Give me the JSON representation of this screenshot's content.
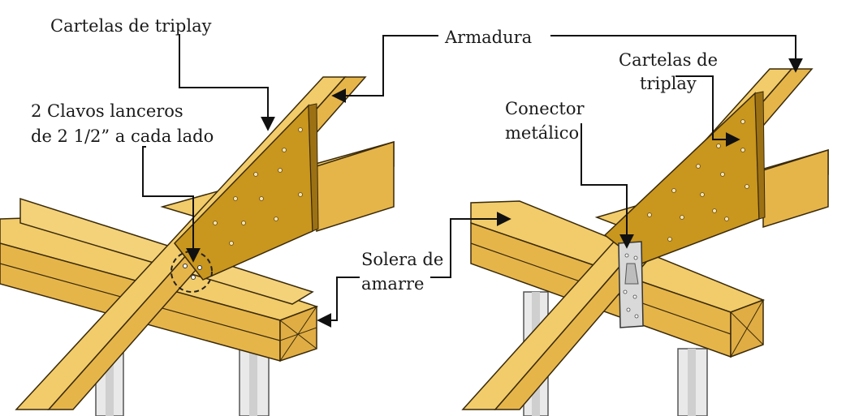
{
  "labels": {
    "left_gussets": "Cartelas de triplay",
    "truss": "Armadura",
    "toenails_line1": "2 Clavos lanceros",
    "toenails_line2": "de 2 1/2” a cada lado",
    "right_gussets_line1": "Cartelas de",
    "right_gussets_line2": "triplay",
    "connector_line1": "Conector",
    "connector_line2": "metálico",
    "top_plate_line1": "Solera de",
    "top_plate_line2": "amarre"
  },
  "colors": {
    "wood_light": "#f2cc6a",
    "wood_mid": "#e6b54a",
    "wood_dark": "#b8862a",
    "plywood": "#c9961e",
    "plywood_dark": "#9c7114",
    "steel": "#d9d9d9",
    "outline": "#3a2a0a",
    "leader": "#111111"
  },
  "icons": {
    "arrowhead": "arrowhead-icon",
    "nail_circle": "dashed-circle-icon"
  }
}
